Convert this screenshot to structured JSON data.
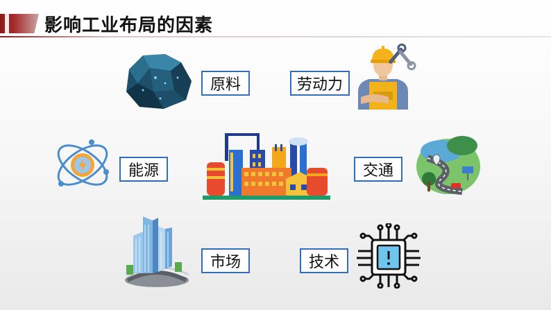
{
  "title": "影响工业布局的因素",
  "labels": {
    "raw_material": "原料",
    "labor": "劳动力",
    "energy": "能源",
    "transport": "交通",
    "market": "市场",
    "technology": "技术"
  },
  "colors": {
    "accent": "#8b1c1c",
    "label_border": "#2e6fb8"
  }
}
